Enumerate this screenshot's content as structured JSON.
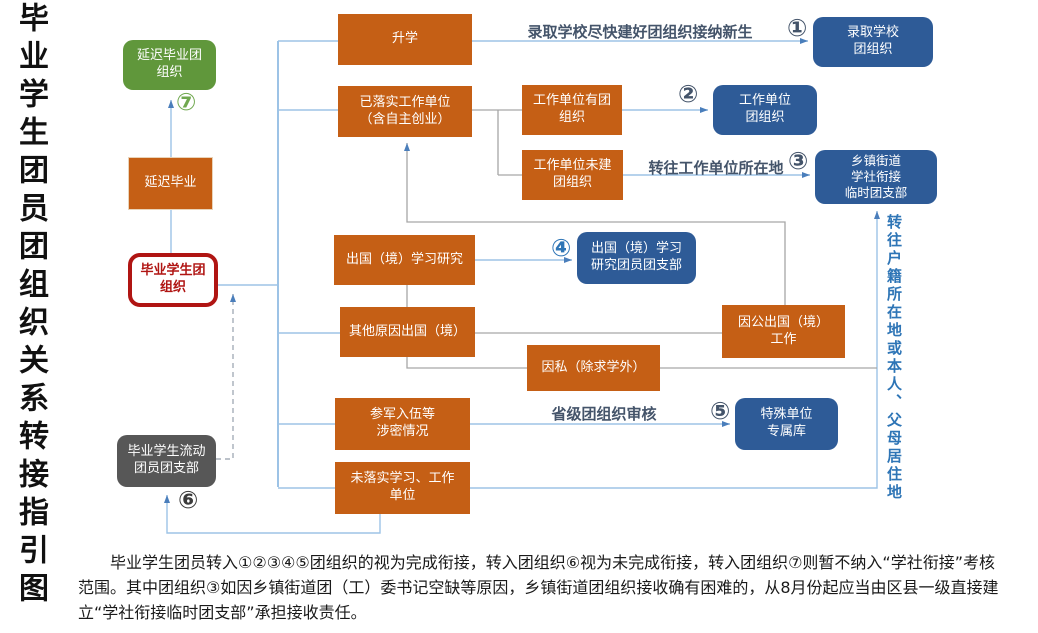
{
  "title_vertical": "毕业学生团员团组织关系转接指引图",
  "nodes": {
    "yanchi_biye_tuan": {
      "label": "延迟毕业团\n组织"
    },
    "yanchi_biye": {
      "label": "延迟毕业"
    },
    "biye_xuesheng_tuan": {
      "label": "毕业学生团\n组织"
    },
    "biye_liudong": {
      "label": "毕业学生流动\n团员团支部"
    },
    "shengxue": {
      "label": "升学"
    },
    "yiluoshi": {
      "label": "已落实工作单位\n（含自主创业）"
    },
    "danwei_you_tuan": {
      "label": "工作单位有团\n组织"
    },
    "danwei_wujian_tuan": {
      "label": "工作单位未建\n团组织"
    },
    "luqu_xuexiao": {
      "label": "录取学校\n团组织"
    },
    "danwei_tuan": {
      "label": "工作单位\n团组织"
    },
    "xiangzhen": {
      "label": "乡镇街道\n学社衔接\n临时团支部"
    },
    "chuguo_xuexi": {
      "label": "出国（境）学习研究"
    },
    "chuguo_zhibu": {
      "label": "出国（境）学习\n研究团员团支部"
    },
    "qita_chuguo": {
      "label": "其他原因出国（境）"
    },
    "yingong_chuguo": {
      "label": "因公出国（境）\n工作"
    },
    "yinsi": {
      "label": "因私（除求学外）"
    },
    "canjun": {
      "label": "参军入伍等\n涉密情况"
    },
    "teshu": {
      "label": "特殊单位\n专属库"
    },
    "weiluoshi": {
      "label": "未落实学习、工作\n单位"
    }
  },
  "edge_labels": {
    "luqu_jiena": "录取学校尽快建好团组织接纳新生",
    "zhuanwang_danwei": "转往工作单位所在地",
    "shengji_shenhe": "省级团组织审核",
    "zhuanwang_huji": "转往户籍所在地或本人、父母居住地"
  },
  "badges": {
    "b1": "①",
    "b2": "②",
    "b3": "③",
    "b4": "④",
    "b5": "⑤",
    "b6": "⑥",
    "b7": "⑦"
  },
  "footnote": "毕业学生团员转入①②③④⑤团组织的视为完成衔接，转入团组织⑥视为未完成衔接，转入团组织⑦则暂不纳入“学社衔接”考核范围。其中团组织③如因乡镇街道团（工）委书记空缺等原因，乡镇街道团组织接收确有困难的，从8月份起应当由区县一级直接建立“学社衔接临时团支部”承担接收责任。",
  "colors": {
    "box_orange": "#C55F15",
    "box_blue": "#2E5B97",
    "box_green": "#60973B",
    "box_gray": "#575757",
    "red_border": "#B01513",
    "line_blue": "#9DC3E6",
    "line_gray": "#A6A6A6",
    "arrow_head": "#4A7EBB",
    "label_slate": "#44546A",
    "label_blue": "#2E75B6"
  }
}
